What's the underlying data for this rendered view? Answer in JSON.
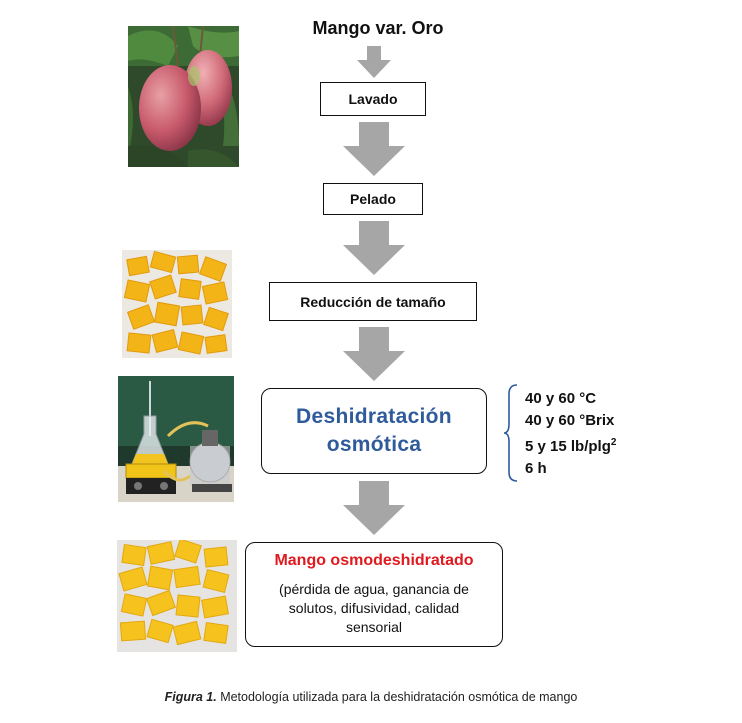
{
  "diagram": {
    "title": "Mango var. Oro",
    "steps": [
      {
        "label": "Lavado"
      },
      {
        "label": "Pelado"
      },
      {
        "label": "Reducción de tamaño"
      }
    ],
    "osmotic_step": {
      "line1": "Deshidratación",
      "line2": "osmótica"
    },
    "conditions": [
      "40 y 60 °C",
      "40 y 60 °Brix",
      "5 y 15 lb/plg",
      "6 h"
    ],
    "condition_superscript": "2",
    "result": {
      "title": "Mango osmodeshidratado",
      "description_lines": [
        "(pérdida de agua, ganancia de",
        "solutos, difusividad, calidad",
        "sensorial"
      ]
    },
    "caption": {
      "label": "Figura 1.",
      "text": " Metodología utilizada para la deshidratación osmótica de mango"
    },
    "colors": {
      "arrow": "#a6a6a6",
      "osmotic_text": "#2f5b9b",
      "result_title": "#e0191f"
    }
  }
}
